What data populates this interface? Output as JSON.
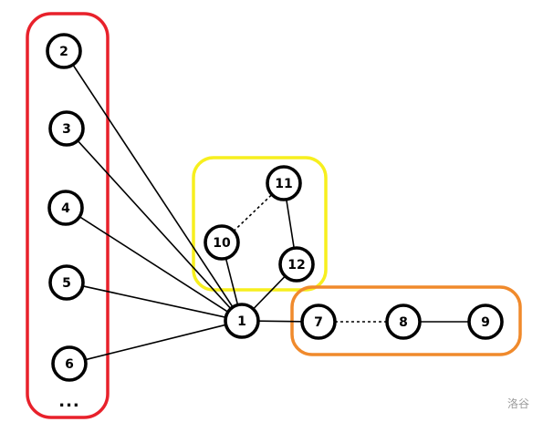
{
  "nodes": [
    {
      "id": "1",
      "label": "1"
    },
    {
      "id": "2",
      "label": "2"
    },
    {
      "id": "3",
      "label": "3"
    },
    {
      "id": "4",
      "label": "4"
    },
    {
      "id": "5",
      "label": "5"
    },
    {
      "id": "6",
      "label": "6"
    },
    {
      "id": "7",
      "label": "7"
    },
    {
      "id": "8",
      "label": "8"
    },
    {
      "id": "9",
      "label": "9"
    },
    {
      "id": "10",
      "label": "10"
    },
    {
      "id": "11",
      "label": "11"
    },
    {
      "id": "12",
      "label": "12"
    }
  ],
  "edges": [
    {
      "from": "2",
      "to": "1",
      "style": "solid"
    },
    {
      "from": "3",
      "to": "1",
      "style": "solid"
    },
    {
      "from": "4",
      "to": "1",
      "style": "solid"
    },
    {
      "from": "5",
      "to": "1",
      "style": "solid"
    },
    {
      "from": "6",
      "to": "1",
      "style": "solid"
    },
    {
      "from": "10",
      "to": "1",
      "style": "solid"
    },
    {
      "from": "12",
      "to": "1",
      "style": "solid"
    },
    {
      "from": "1",
      "to": "7",
      "style": "solid"
    },
    {
      "from": "7",
      "to": "8",
      "style": "dashed"
    },
    {
      "from": "8",
      "to": "9",
      "style": "solid"
    },
    {
      "from": "10",
      "to": "11",
      "style": "dashed"
    },
    {
      "from": "11",
      "to": "12",
      "style": "solid"
    }
  ],
  "groups": [
    {
      "id": "left-group",
      "color": "#e8212b",
      "members": [
        "2",
        "3",
        "4",
        "5",
        "6"
      ]
    },
    {
      "id": "top-group",
      "color": "#f7ef1e",
      "members": [
        "10",
        "11",
        "12"
      ]
    },
    {
      "id": "right-group",
      "color": "#f08a2c",
      "members": [
        "7",
        "8",
        "9"
      ]
    }
  ],
  "ellipsis": "...",
  "watermark": "洛谷"
}
